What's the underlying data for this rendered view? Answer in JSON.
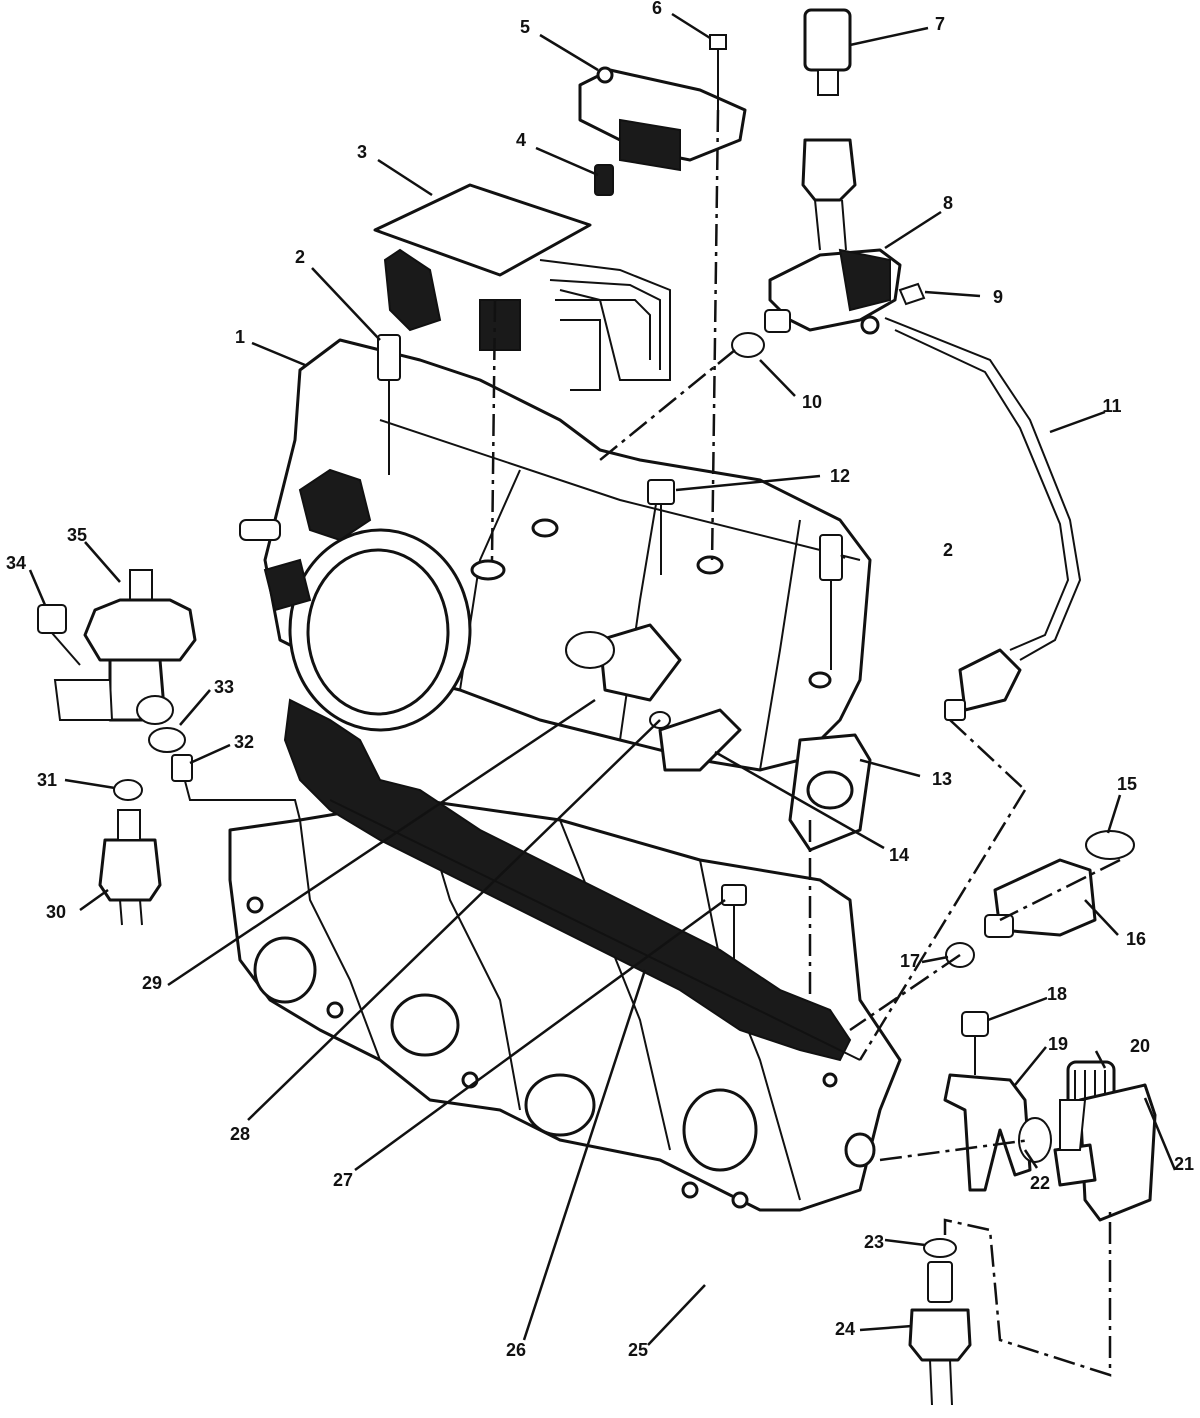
{
  "figure": {
    "type": "exploded-parts-diagram",
    "callouts": [
      {
        "id": 1,
        "label": "1"
      },
      {
        "id": 2,
        "label": "2"
      },
      {
        "id": "2b",
        "label": "2"
      },
      {
        "id": 3,
        "label": "3"
      },
      {
        "id": 4,
        "label": "4"
      },
      {
        "id": 5,
        "label": "5"
      },
      {
        "id": 6,
        "label": "6"
      },
      {
        "id": 7,
        "label": "7"
      },
      {
        "id": 8,
        "label": "8"
      },
      {
        "id": 9,
        "label": "9"
      },
      {
        "id": 10,
        "label": "10"
      },
      {
        "id": 11,
        "label": "11"
      },
      {
        "id": 12,
        "label": "12"
      },
      {
        "id": 13,
        "label": "13"
      },
      {
        "id": 14,
        "label": "14"
      },
      {
        "id": 15,
        "label": "15"
      },
      {
        "id": 16,
        "label": "16"
      },
      {
        "id": 17,
        "label": "17"
      },
      {
        "id": 18,
        "label": "18"
      },
      {
        "id": 19,
        "label": "19"
      },
      {
        "id": 20,
        "label": "20"
      },
      {
        "id": 21,
        "label": "21"
      },
      {
        "id": 22,
        "label": "22"
      },
      {
        "id": 23,
        "label": "23"
      },
      {
        "id": 24,
        "label": "24"
      },
      {
        "id": 25,
        "label": "25"
      },
      {
        "id": 26,
        "label": "26"
      },
      {
        "id": 27,
        "label": "27"
      },
      {
        "id": 28,
        "label": "28"
      },
      {
        "id": 29,
        "label": "29"
      },
      {
        "id": 30,
        "label": "30"
      },
      {
        "id": 31,
        "label": "31"
      },
      {
        "id": 32,
        "label": "32"
      },
      {
        "id": 33,
        "label": "33"
      },
      {
        "id": 34,
        "label": "34"
      },
      {
        "id": 35,
        "label": "35"
      }
    ]
  }
}
